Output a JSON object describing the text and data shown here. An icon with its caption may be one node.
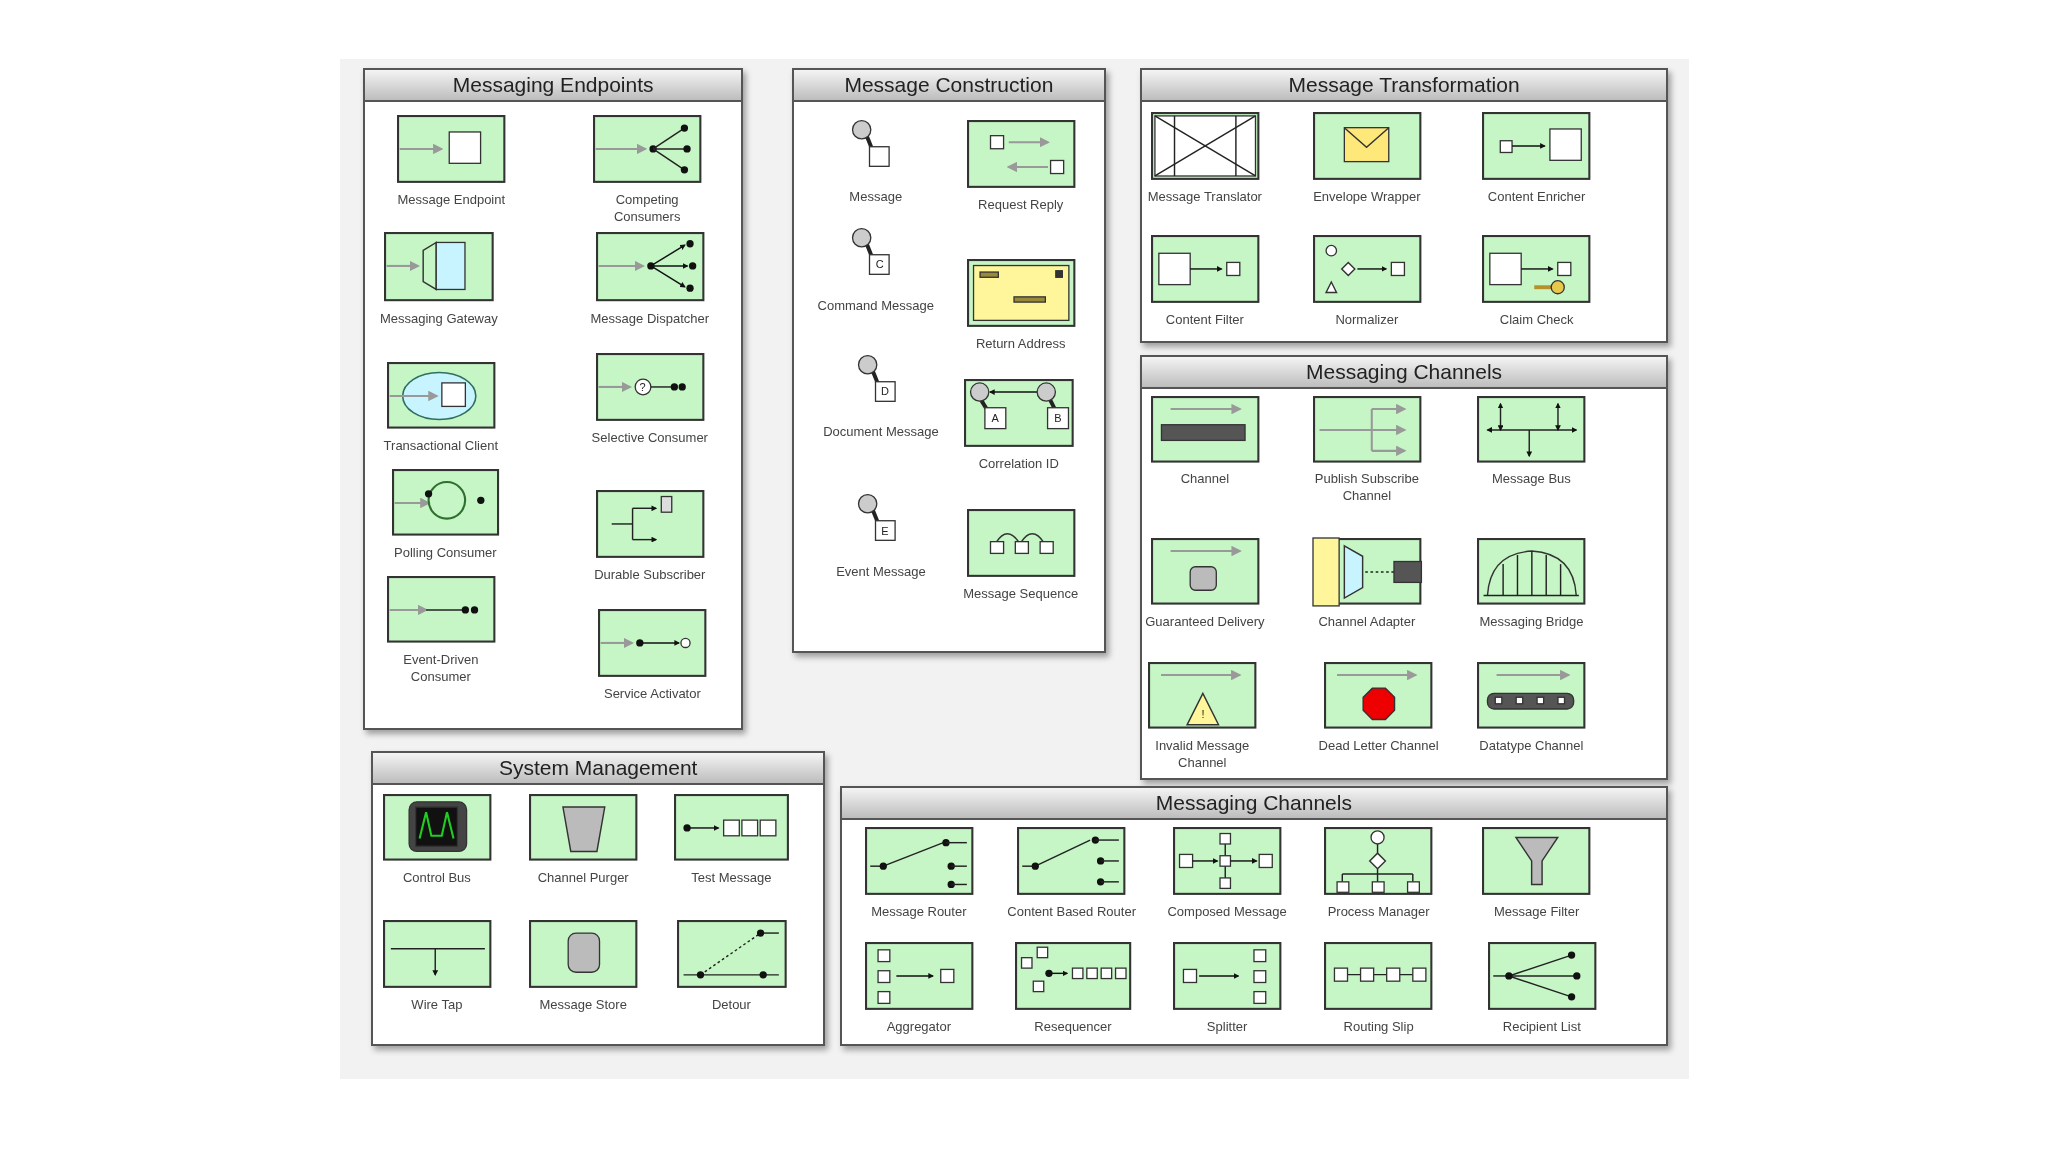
{
  "diagram": {
    "nodes": [
      {
        "text": [
          "Messaging Endpoints"
        ]
      },
      {
        "text": [
          "Message Endpoint"
        ],
        "in": 0
      },
      {
        "text": [
          "Competing Consumers"
        ],
        "in": 0
      },
      {
        "text": [
          "Messaging Gateway"
        ],
        "in": 0
      },
      {
        "text": [
          "Message Dispatcher"
        ],
        "in": 0
      },
      {
        "text": [
          "Transactional Client"
        ],
        "in": 0
      },
      {
        "text": [
          "?",
          "Selective Consumer"
        ],
        "in": 0
      },
      {
        "text": [
          "Polling Consumer"
        ],
        "in": 0
      },
      {
        "text": [
          "Durable Subscriber"
        ],
        "in": 0
      },
      {
        "text": [
          "Event-Driven Consumer"
        ],
        "in": 0
      },
      {
        "text": [
          "Service Activator"
        ],
        "in": 0
      },
      {
        "text": [
          "Message Construction"
        ]
      },
      {
        "text": [
          "Message"
        ],
        "in": 11
      },
      {
        "text": [
          "Request Reply"
        ],
        "in": 11
      },
      {
        "text": [
          "C",
          "Command Message"
        ],
        "in": 11
      },
      {
        "text": [
          "Return Address"
        ],
        "in": 11
      },
      {
        "text": [
          "D",
          "Document Message"
        ],
        "in": 11
      },
      {
        "text": [
          "A",
          "B",
          "Correlation ID"
        ],
        "in": 11
      },
      {
        "text": [
          "E",
          "Event Message"
        ],
        "in": 11
      },
      {
        "text": [
          "Message Sequence"
        ],
        "in": 11
      },
      {
        "text": [
          "Message Transformation"
        ]
      },
      {
        "text": [
          "Message Translator"
        ],
        "in": 20
      },
      {
        "text": [
          "Envelope Wrapper"
        ],
        "in": 20
      },
      {
        "text": [
          "Content Enricher"
        ],
        "in": 20
      },
      {
        "text": [
          "Content Filter"
        ],
        "in": 20
      },
      {
        "text": [
          "Normalizer"
        ],
        "in": 20
      },
      {
        "text": [
          "Claim Check"
        ],
        "in": 20
      },
      {
        "text": [
          "Messaging Channels"
        ]
      },
      {
        "text": [
          "Channel"
        ],
        "in": 27
      },
      {
        "text": [
          "Publish Subscribe Channel"
        ],
        "in": 27
      },
      {
        "text": [
          "Message Bus"
        ],
        "in": 27
      },
      {
        "text": [
          "Guaranteed Delivery"
        ],
        "in": 27
      },
      {
        "text": [
          "Channel Adapter"
        ],
        "in": 27
      },
      {
        "text": [
          "Messaging Bridge"
        ],
        "in": 27
      },
      {
        "text": [
          "!",
          "Invalid Message Channel"
        ],
        "in": 27
      },
      {
        "text": [
          "Dead Letter Channel"
        ],
        "in": 27
      },
      {
        "text": [
          "Datatype Channel"
        ],
        "in": 27
      },
      {
        "text": [
          "System Management"
        ]
      },
      {
        "text": [
          "Control Bus"
        ],
        "in": 37
      },
      {
        "text": [
          "Channel Purger"
        ],
        "in": 37
      },
      {
        "text": [
          "Test Message"
        ],
        "in": 37
      },
      {
        "text": [
          "Wire Tap"
        ],
        "in": 37
      },
      {
        "text": [
          "Message Store"
        ],
        "in": 37
      },
      {
        "text": [
          "Detour"
        ],
        "in": 37
      },
      {
        "text": [
          "Messaging Channels"
        ]
      },
      {
        "text": [
          "Message Router"
        ],
        "in": 44
      },
      {
        "text": [
          "Content Based Router"
        ],
        "in": 44
      },
      {
        "text": [
          "Composed Message"
        ],
        "in": 44
      },
      {
        "text": [
          "Process Manager"
        ],
        "in": 44
      },
      {
        "text": [
          "Message Filter"
        ],
        "in": 44
      },
      {
        "text": [
          "Aggregator"
        ],
        "in": 44
      },
      {
        "text": [
          "Resequencer"
        ],
        "in": 44
      },
      {
        "text": [
          "Splitter"
        ],
        "in": 44
      },
      {
        "text": [
          "Routing Slip"
        ],
        "in": 44
      },
      {
        "text": [
          "Recipient List"
        ],
        "in": 44
      }
    ]
  }
}
